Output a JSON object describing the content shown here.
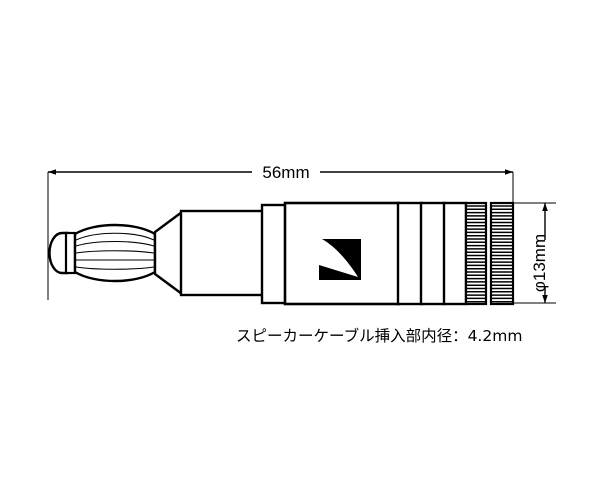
{
  "drawing": {
    "title": "banana-plug-technical-drawing",
    "background_color": "#ffffff",
    "line_color": "#000000",
    "dimensions": {
      "length": {
        "label": "56mm",
        "orientation": "horizontal",
        "position": "top"
      },
      "diameter": {
        "label": "φ13mm",
        "orientation": "vertical",
        "position": "right"
      }
    },
    "caption": {
      "text": "スピーカーケーブル挿入部内径：4.2mm"
    },
    "logo": {
      "name": "brand-swoosh-logo",
      "background_color": "#000000",
      "mark_color": "#ffffff"
    },
    "parts": [
      {
        "name": "tip-cap",
        "shape": "rounded-dome"
      },
      {
        "name": "spring-barrel",
        "shape": "lens-barrel",
        "ribs": 5
      },
      {
        "name": "taper-cone",
        "shape": "cone"
      },
      {
        "name": "mid-cylinder",
        "shape": "cylinder"
      },
      {
        "name": "collar",
        "shape": "ring"
      },
      {
        "name": "main-body",
        "shape": "cylinder"
      },
      {
        "name": "ring-segment-1",
        "shape": "ring"
      },
      {
        "name": "ring-segment-2",
        "shape": "ring"
      },
      {
        "name": "ring-segment-3",
        "shape": "ring"
      },
      {
        "name": "knurled-band-1",
        "shape": "knurled",
        "hatch_lines": 30
      },
      {
        "name": "knurled-band-2",
        "shape": "knurled",
        "hatch_lines": 30
      }
    ]
  }
}
